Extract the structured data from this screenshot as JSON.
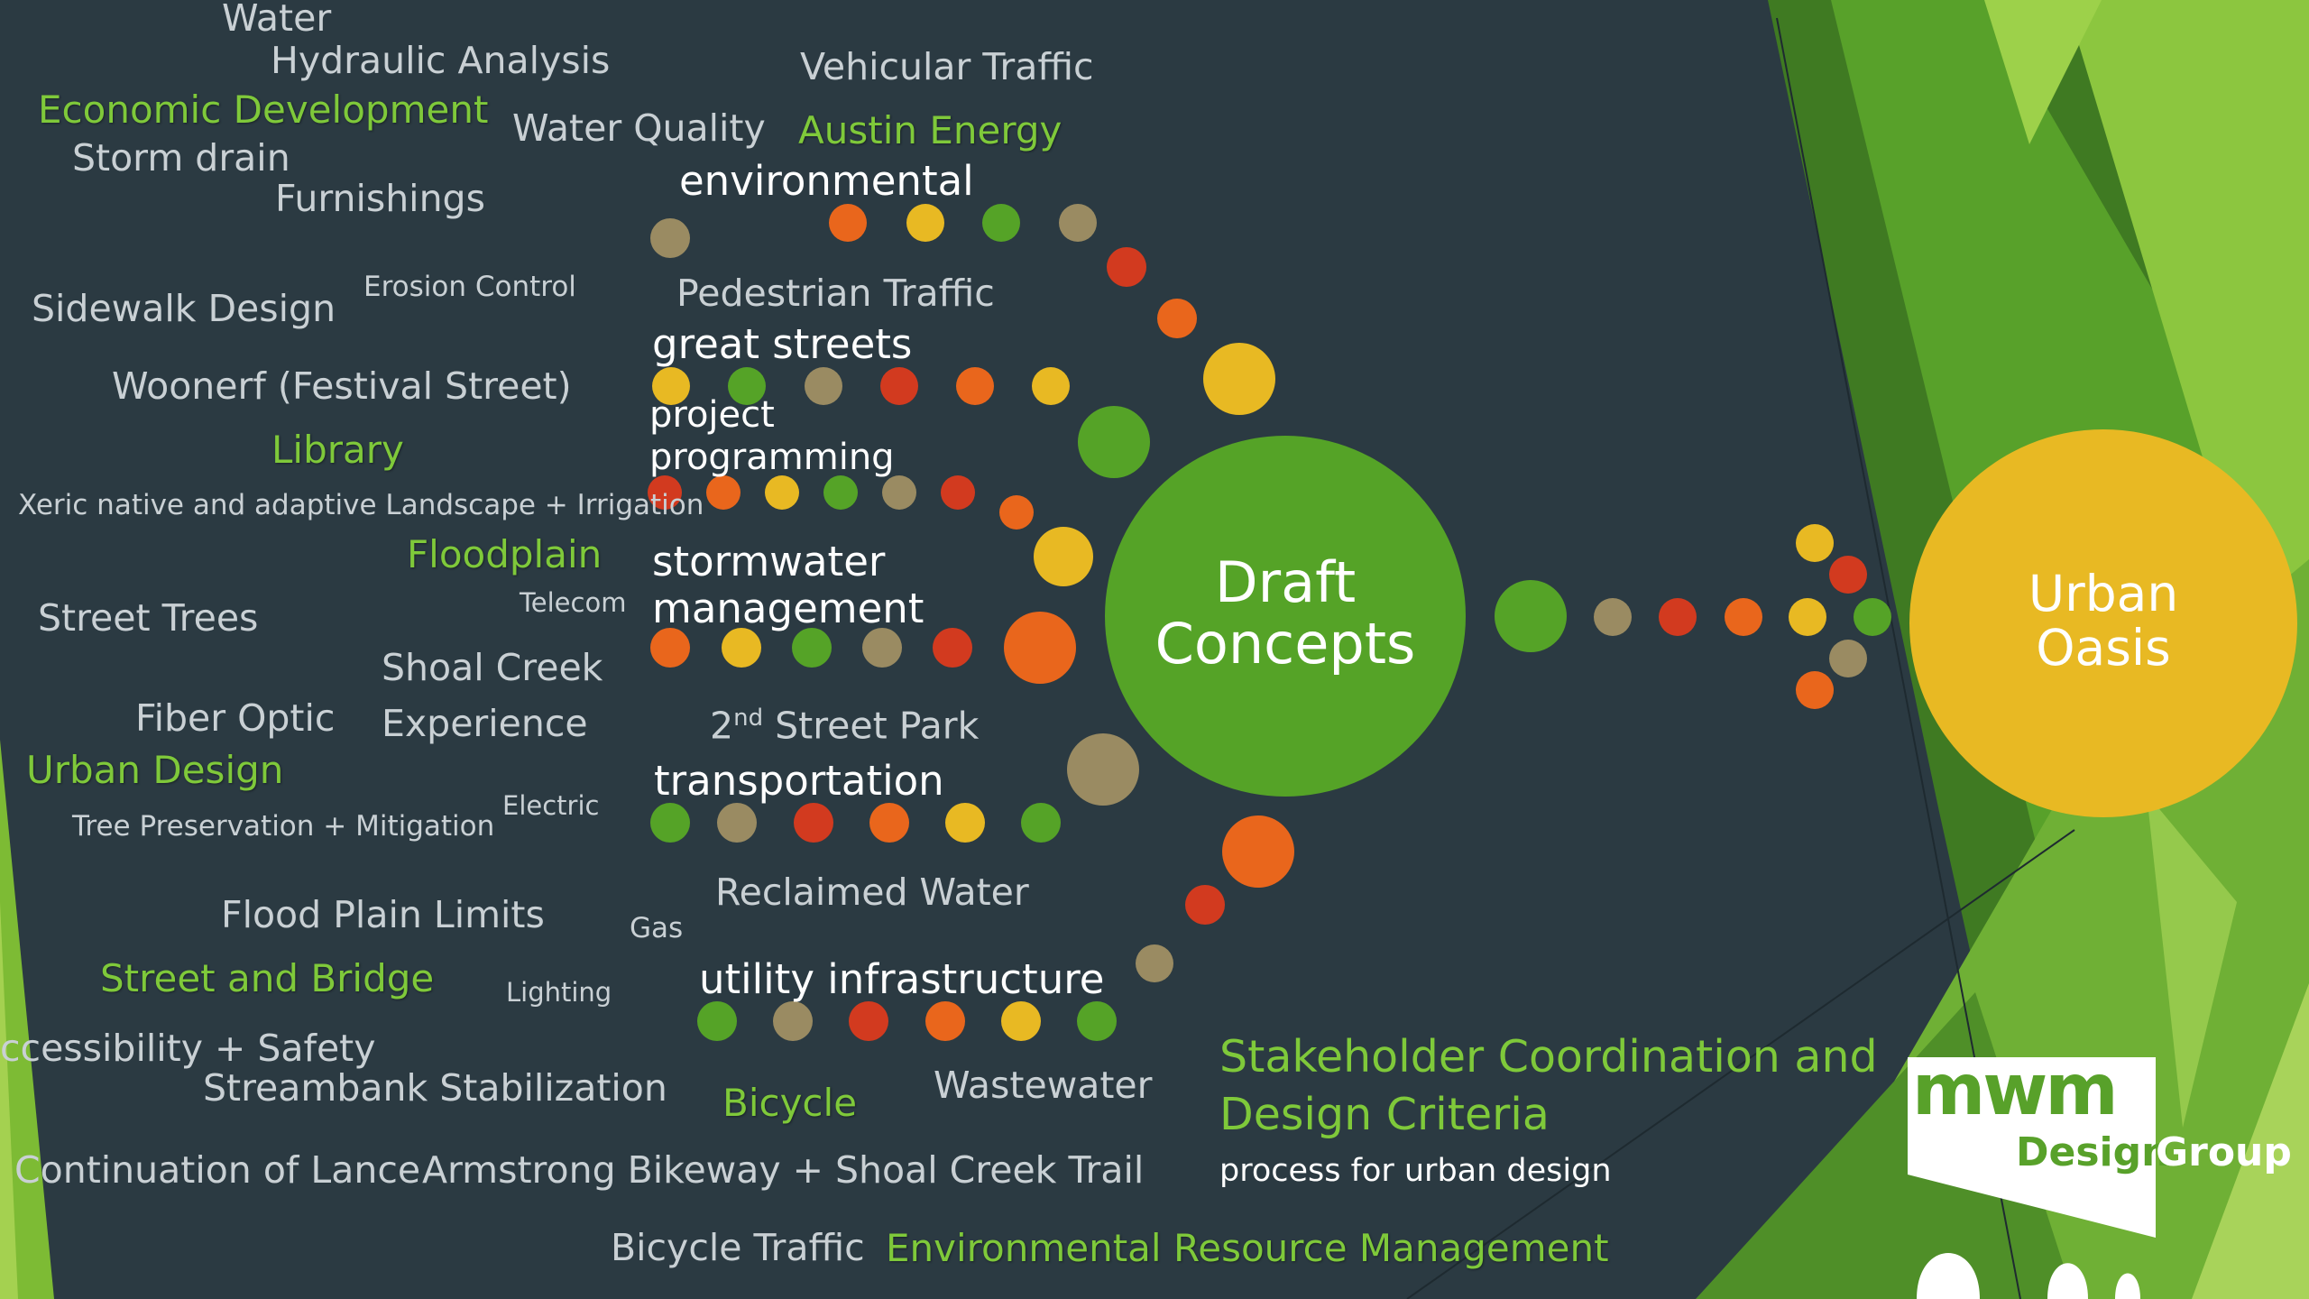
{
  "center": {
    "line1": "Draft",
    "line2": "Concepts"
  },
  "goal": {
    "line1": "Urban",
    "line2": "Oasis"
  },
  "categories": {
    "environmental": "environmental",
    "great_streets": "great streets",
    "project_programming_1": "project",
    "project_programming_2": "programming",
    "stormwater_1": "stormwater",
    "stormwater_2": "management",
    "transportation": "transportation",
    "utility": "utility infrastructure"
  },
  "topics": {
    "water": "Water",
    "hydraulic": "Hydraulic Analysis",
    "vehicular": "Vehicular Traffic",
    "economic": "Economic Development",
    "water_quality": "Water Quality",
    "austin_energy": "Austin Energy",
    "storm_drain": "Storm drain",
    "furnishings": "Furnishings",
    "sidewalk": "Sidewalk Design",
    "erosion": "Erosion Control",
    "pedestrian": "Pedestrian Traffic",
    "woonerf": "Woonerf (Festival Street)",
    "library": "Library",
    "xeric": "Xeric native and adaptive Landscape + Irrigation",
    "floodplain": "Floodplain",
    "telecom": "Telecom",
    "street_trees": "Street Trees",
    "shoal_creek": "Shoal Creek",
    "experience": "Experience",
    "fiber": "Fiber Optic",
    "second_street_pre": "2",
    "second_street_sup": "nd",
    "second_street_post": " Street Park",
    "urban_design": "Urban Design",
    "electric": "Electric",
    "tree_preservation": "Tree Preservation + Mitigation",
    "flood_plain_limits": "Flood Plain Limits",
    "gas": "Gas",
    "reclaimed": "Reclaimed Water",
    "street_bridge": "Street and Bridge",
    "lighting": "Lighting",
    "accessibility": "ccessibility + Safety",
    "streambank": "Streambank Stabilization",
    "bicycle": "Bicycle",
    "wastewater": "Wastewater",
    "continuation": "Continuation of Lance",
    "armstrong": "Armstrong Bikeway + Shoal Creek Trail",
    "bicycle_traffic": "Bicycle Traffic",
    "env_resource": "Environmental Resource Management"
  },
  "caption": {
    "title_line1": "Stakeholder Coordination and",
    "title_line2": "Design Criteria",
    "subtitle": "process for urban design"
  },
  "logo": {
    "mark": "mwm",
    "word1": "Design",
    "word2": "Group"
  },
  "colors": {
    "background": "#2b3a42",
    "green": "#55a327",
    "yellow": "#e8b923",
    "orange": "#e9661c",
    "red": "#d23a1f",
    "tan": "#9a8b62",
    "highlight_text": "#7fc93a",
    "topic_text": "#c9d0d4"
  }
}
